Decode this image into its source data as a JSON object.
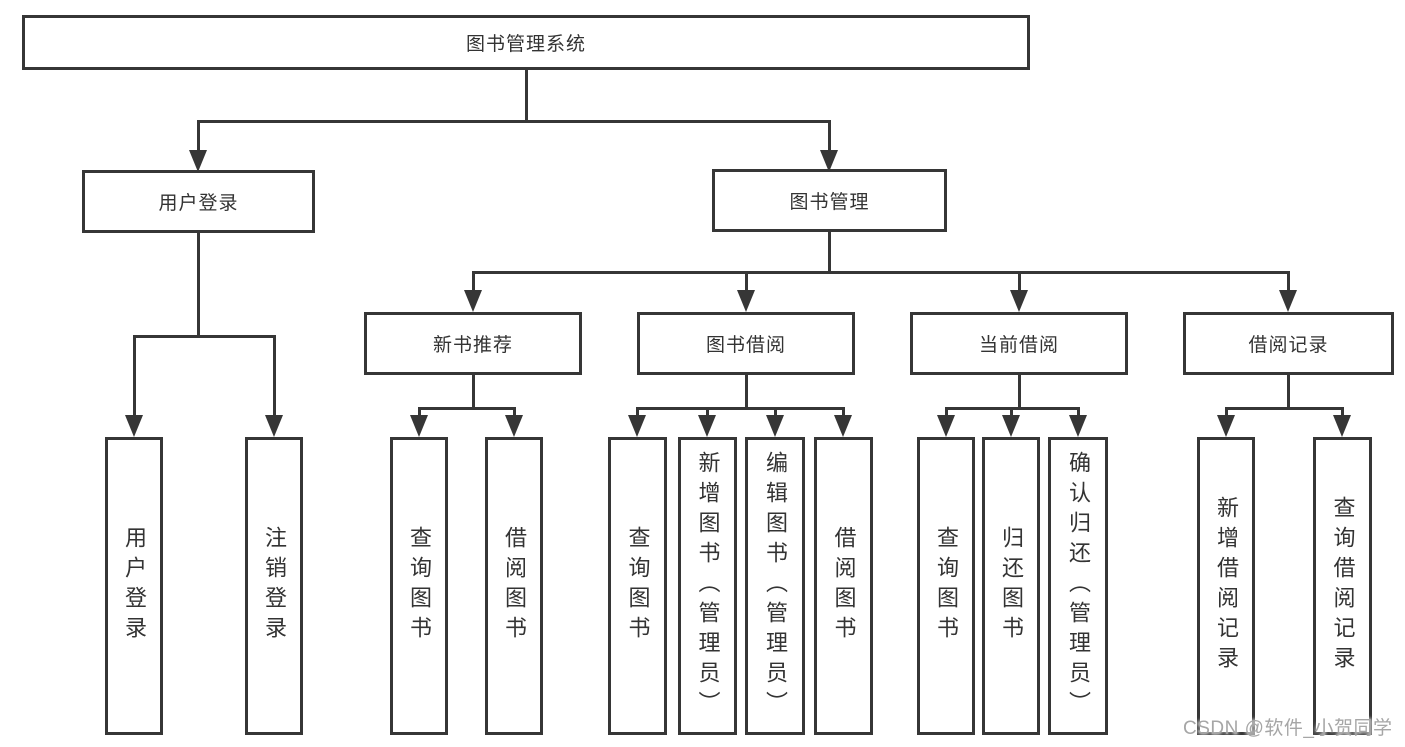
{
  "colors": {
    "line": "#363636",
    "text": "#333333",
    "background": "#ffffff",
    "watermark": "#a6a6a6"
  },
  "watermark": {
    "text": "CSDN @软件_小贺同学"
  },
  "tree": {
    "root": {
      "label": "图书管理系统"
    },
    "branches": [
      {
        "label": "用户登录",
        "children": [
          {
            "label": "用户登录"
          },
          {
            "label": "注销登录"
          }
        ]
      },
      {
        "label": "图书管理",
        "children": [
          {
            "label": "新书推荐",
            "children": [
              {
                "label": "查询图书"
              },
              {
                "label": "借阅图书"
              }
            ]
          },
          {
            "label": "图书借阅",
            "children": [
              {
                "label": "查询图书"
              },
              {
                "label": "新增图书（管理员）"
              },
              {
                "label": "编辑图书（管理员）"
              },
              {
                "label": "借阅图书"
              }
            ]
          },
          {
            "label": "当前借阅",
            "children": [
              {
                "label": "查询图书"
              },
              {
                "label": "归还图书"
              },
              {
                "label": "确认归还（管理员）"
              }
            ]
          },
          {
            "label": "借阅记录",
            "children": [
              {
                "label": "新增借阅记录"
              },
              {
                "label": "查询借阅记录"
              }
            ]
          }
        ]
      }
    ]
  }
}
